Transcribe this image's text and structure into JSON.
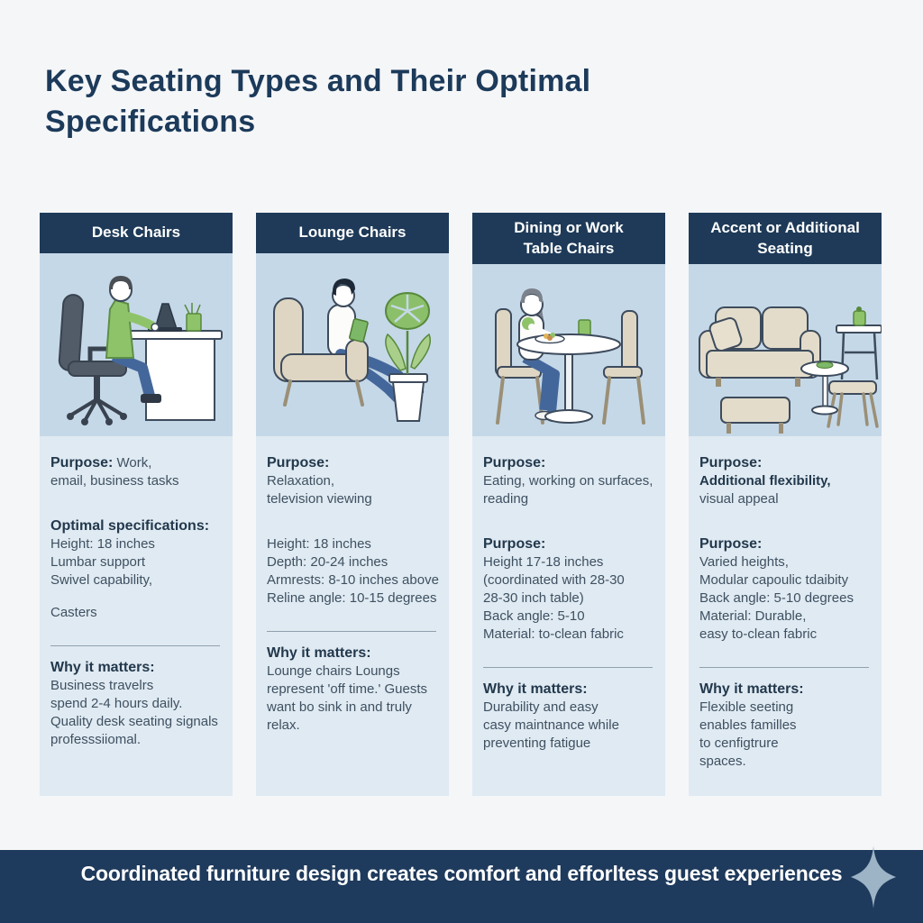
{
  "title": "Key Seating Types and Their Optimal Specifications",
  "colors": {
    "page_background": "#f5f6f8",
    "header_background": "#1e3a58",
    "header_text": "#ffffff",
    "illustration_background": "#c5d8e8",
    "panel_background": "#e0eaf2",
    "title_text": "#1c3a5a",
    "body_text": "#3e5061",
    "banner_background": "#1e3a5c",
    "sparkle_color": "#9db3c6",
    "accent_green": "#8fc36a"
  },
  "columns": [
    {
      "header_lines": [
        "Desk Chairs"
      ],
      "illustration": "person-working-at-desk",
      "purpose": {
        "label": "Purpose:",
        "inline": " Work,",
        "lines": [
          "email, business tasks"
        ]
      },
      "specs": {
        "label": "Optimal specifications:",
        "lines": [
          "Height: 18 inches",
          "Lumbar support",
          "Swivel capability,",
          "Casters"
        ]
      },
      "why": {
        "label": "Why it matters:",
        "lines": [
          "Business travelrs",
          "spend 2-4 hours daily.",
          "Quality desk seating signals",
          "professsiiomal."
        ]
      }
    },
    {
      "header_lines": [
        "Lounge Chairs"
      ],
      "illustration": "person-reading-in-lounge-chair",
      "purpose": {
        "label": "Purpose:",
        "lines": [
          "Relaxation,",
          "television viewing"
        ]
      },
      "specs": {
        "label": "",
        "lines": [
          "Height: 18 inches",
          "Depth: 20-24 inches",
          "Armrests: 8-10 inches above",
          "Reline angle: 10-15 degrees"
        ]
      },
      "why": {
        "label": "Why it matters:",
        "lines": [
          "Lounge chairs Loungs",
          "represent 'off time.' Guests",
          "want bo sink in and truly",
          "relax."
        ]
      }
    },
    {
      "header_lines": [
        "Dining or Work",
        "Table Chairs"
      ],
      "illustration": "person-eating-at-round-table",
      "purpose": {
        "label": "Purpose:",
        "lines": [
          "Eating, working on surfaces,",
          "reading"
        ]
      },
      "specs": {
        "label": "Purpose:",
        "lines": [
          "Height 17-18 inches",
          "(coordinated with 28-30",
          "28-30 inch table)",
          "Back angle: 5-10",
          "Material: to-clean fabric"
        ]
      },
      "why": {
        "label": "Why it matters:",
        "lines": [
          "Durability and easy",
          "casy maintnance while",
          "preventing fatigue"
        ]
      }
    },
    {
      "header_lines": [
        "Accent or Additional",
        "Seating"
      ],
      "illustration": "sofa-ottoman-and-side-tables",
      "purpose": {
        "label": "Purpose:",
        "lines": [
          "Additional flexibility,",
          "visual appeal"
        ]
      },
      "specs": {
        "label": "Purpose:",
        "lines": [
          "Varied heights,",
          "Modular capoulic tdaibity",
          "Back angle: 5-10 degrees",
          "Material: Durable,",
          "easy to-clean fabric"
        ]
      },
      "why": {
        "label": "Why it matters:",
        "lines": [
          "Flexible seeting",
          "enables familles",
          "to cenfigtrure",
          "spaces."
        ]
      }
    }
  ],
  "footer": {
    "text": "Coordinated furniture design creates comfort and efforltess guest experiences",
    "icon": "sparkle-icon"
  }
}
